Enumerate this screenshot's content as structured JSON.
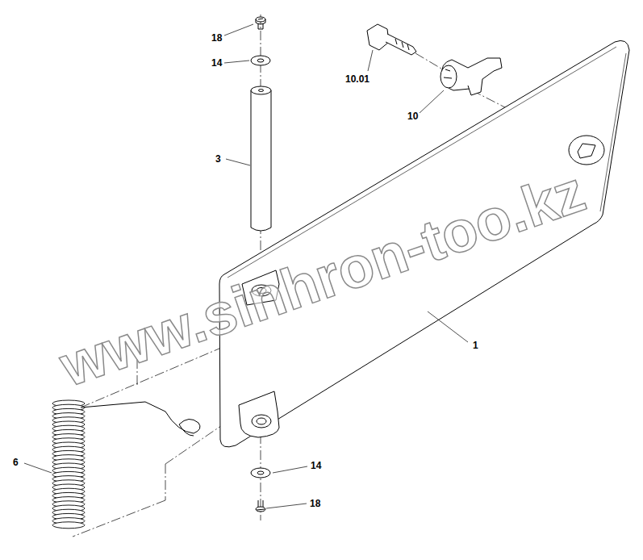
{
  "diagram": {
    "labels": [
      "18",
      "14",
      "10.01",
      "10",
      "3",
      "1",
      "6",
      "14",
      "18",
      "www.sinhron-too.kz"
    ]
  }
}
